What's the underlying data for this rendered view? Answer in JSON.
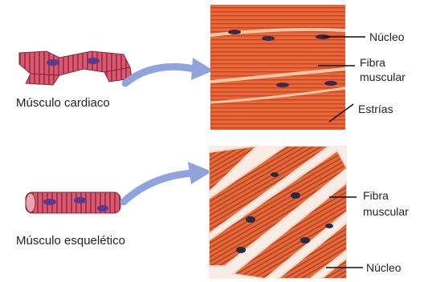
{
  "diagram": {
    "top": {
      "caption": "Músculo cardiaco",
      "labels": {
        "nucleo": "Núcleo",
        "fibra_line1": "Fibra",
        "fibra_line2": "muscular",
        "estrias": "Estrías"
      }
    },
    "bottom": {
      "caption": "Músculo esquelético",
      "labels": {
        "fibra_line1": "Fibra",
        "fibra_line2": "muscular",
        "nucleo": "Núcleo"
      }
    }
  },
  "colors": {
    "muscle_orange": "#e8663a",
    "muscle_dark": "#c4461f",
    "muscle_light": "#f39a6a",
    "fiber_pink": "#c8485e",
    "nucleus_purple": "#5a3a8a",
    "arrow_blue": "#8fa3dd",
    "leader_line": "#111111"
  },
  "icons": [
    "curved-arrow-icon",
    "cardiac-fiber-icon",
    "skeletal-fiber-icon"
  ]
}
